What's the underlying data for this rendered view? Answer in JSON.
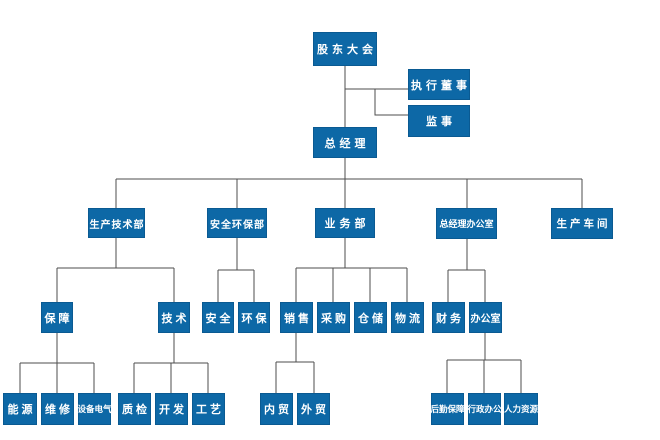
{
  "palette": {
    "node_fill": "#0d68a6",
    "node_border": "#0a5a92",
    "node_text": "#ffffff",
    "connector": "#4d4d4d",
    "background": "#ffffff"
  },
  "org": {
    "type": "org-tree",
    "nodes": {
      "shareholders": {
        "label": "股东大会"
      },
      "executive_director": {
        "label": "执行董事"
      },
      "supervisor": {
        "label": "监事"
      },
      "general_manager": {
        "label": "总经理"
      },
      "production_tech_dept": {
        "label": "生产技术部"
      },
      "safety_env_dept": {
        "label": "安全环保部"
      },
      "business_dept": {
        "label": "业务部"
      },
      "gm_office": {
        "label": "总经理办公室"
      },
      "production_workshop": {
        "label": "生产车间"
      },
      "support": {
        "label": "保障"
      },
      "technology": {
        "label": "技术"
      },
      "safety": {
        "label": "安全"
      },
      "env_protection": {
        "label": "环保"
      },
      "sales": {
        "label": "销售"
      },
      "procurement": {
        "label": "采购"
      },
      "warehousing": {
        "label": "仓储"
      },
      "logistics": {
        "label": "物流"
      },
      "finance": {
        "label": "财务"
      },
      "office": {
        "label": "办公室"
      },
      "energy": {
        "label": "能源"
      },
      "maintenance": {
        "label": "维修"
      },
      "equipment_electrical": {
        "label": "设备电气"
      },
      "quality_inspection": {
        "label": "质检"
      },
      "development": {
        "label": "开发"
      },
      "process": {
        "label": "工艺"
      },
      "domestic_trade": {
        "label": "内贸"
      },
      "foreign_trade": {
        "label": "外贸"
      },
      "logistics_support": {
        "label": "后勤保障"
      },
      "admin_office": {
        "label": "行政办公"
      },
      "human_resources": {
        "label": "人力资源"
      }
    },
    "edges": [
      [
        "shareholders",
        "executive_director"
      ],
      [
        "shareholders",
        "supervisor"
      ],
      [
        "shareholders",
        "general_manager"
      ],
      [
        "general_manager",
        "production_tech_dept"
      ],
      [
        "general_manager",
        "safety_env_dept"
      ],
      [
        "general_manager",
        "business_dept"
      ],
      [
        "general_manager",
        "gm_office"
      ],
      [
        "general_manager",
        "production_workshop"
      ],
      [
        "production_tech_dept",
        "support"
      ],
      [
        "production_tech_dept",
        "technology"
      ],
      [
        "safety_env_dept",
        "safety"
      ],
      [
        "safety_env_dept",
        "env_protection"
      ],
      [
        "business_dept",
        "sales"
      ],
      [
        "business_dept",
        "procurement"
      ],
      [
        "business_dept",
        "warehousing"
      ],
      [
        "business_dept",
        "logistics"
      ],
      [
        "gm_office",
        "finance"
      ],
      [
        "gm_office",
        "office"
      ],
      [
        "support",
        "energy"
      ],
      [
        "support",
        "maintenance"
      ],
      [
        "support",
        "equipment_electrical"
      ],
      [
        "technology",
        "quality_inspection"
      ],
      [
        "technology",
        "development"
      ],
      [
        "technology",
        "process"
      ],
      [
        "sales",
        "domestic_trade"
      ],
      [
        "sales",
        "foreign_trade"
      ],
      [
        "office",
        "logistics_support"
      ],
      [
        "office",
        "admin_office"
      ],
      [
        "office",
        "human_resources"
      ]
    ]
  }
}
